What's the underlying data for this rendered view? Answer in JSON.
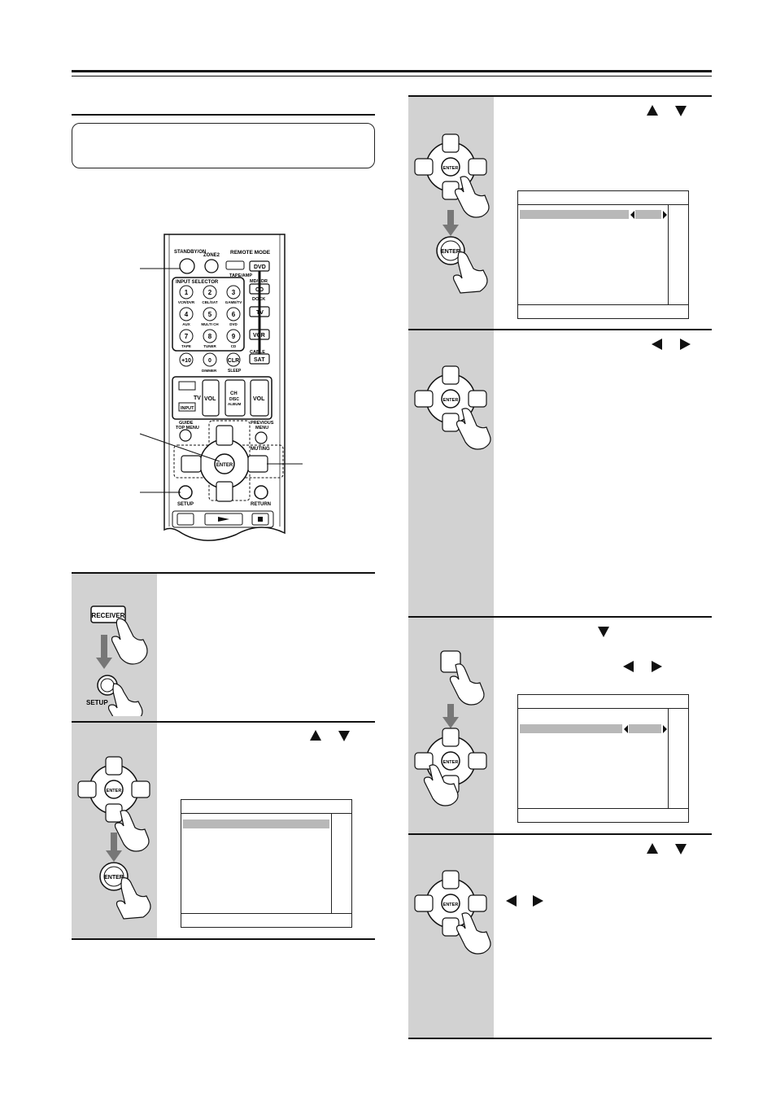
{
  "icons": {
    "up": "triangle-up-icon",
    "down": "triangle-down-icon",
    "left": "triangle-left-icon",
    "right": "triangle-right-icon"
  },
  "remote": {
    "standby": "STANDBY/ON",
    "zone2": "ZONE2",
    "remote_mode": "REMOTE MODE",
    "input_selector": "INPUT SELECTOR",
    "dvd": "DVD",
    "md_cdr": "MD/CDR",
    "tape_amp": "TAPE/AMP",
    "cd": "CD",
    "dock": "DOCK",
    "tv": "TV",
    "vcr": "VCR",
    "cable": "CABLE",
    "sat": "SAT",
    "n1": "1",
    "n2": "2",
    "n3": "3",
    "n4": "4",
    "n5": "5",
    "n6": "6",
    "n7": "7",
    "n8": "8",
    "n9": "9",
    "n0": "0",
    "l1": "VCR/DVR",
    "l2": "CBL/SAT",
    "l3": "GAME/TV",
    "l4": "AUX",
    "l5": "MULTI CH",
    "l6": "DVD",
    "l7": "TAPE",
    "l8": "TUNER",
    "l9": "CD",
    "plus10": "+10",
    "clr": "CLR",
    "dimmer": "DIMMER",
    "sleep": "SLEEP",
    "vol": "VOL",
    "ch": "CH",
    "disc": "DISC",
    "album": "ALBUM",
    "input": "INPUT",
    "guide": "GUIDE",
    "top_menu": "TOP MENU",
    "previous": "PREVIOUS",
    "menu": "MENU",
    "muting": "MUTING",
    "enter": "ENTER",
    "setup": "SETUP",
    "return": "RETURN",
    "receiver": "RECEIVER"
  }
}
